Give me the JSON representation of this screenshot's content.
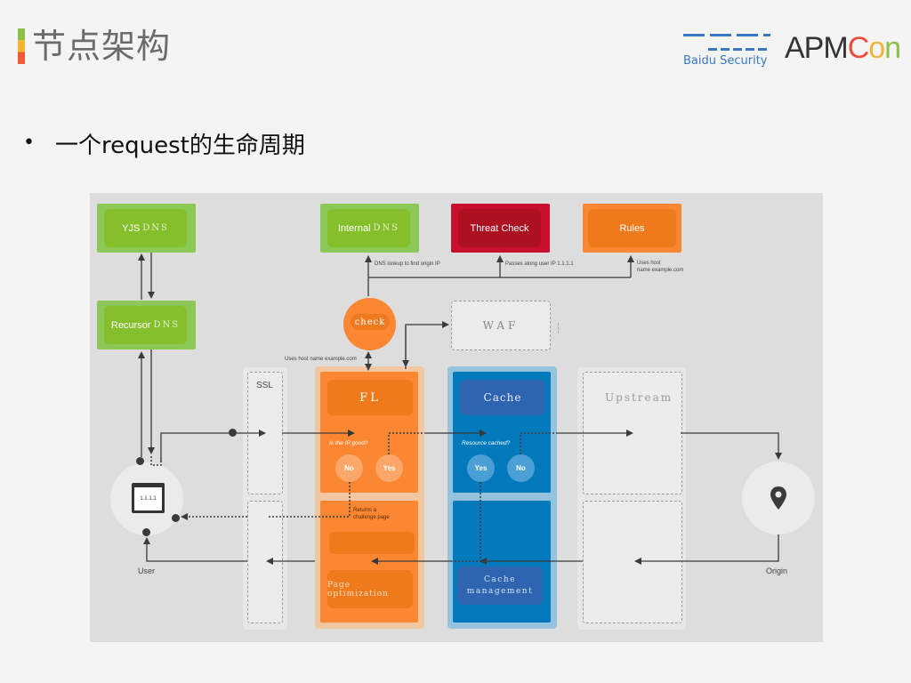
{
  "header": {
    "title": "节点架构",
    "logos": {
      "baidu": "Baidu Security",
      "apmcon": {
        "apm": "APM",
        "c": "C",
        "o": "o",
        "n": "n"
      }
    }
  },
  "bullet": {
    "symbol": "•",
    "text": "一个request的生命周期"
  },
  "diagram": {
    "top_boxes": {
      "yjs_dns": {
        "main": "YJS",
        "suffix": "DNS"
      },
      "recursor_dns": {
        "main": "Recursor",
        "suffix": "DNS"
      },
      "internal_dns": {
        "main": "Internal",
        "suffix": "DNS"
      },
      "threat_check": "Threat Check",
      "rules": "Rules"
    },
    "annotations": {
      "dns_lookup": "DNS lookup to find origin IP",
      "passes_ip": "Passes along user IP 1.1.1.1",
      "uses_host_1": "Uses host",
      "uses_host_2": "name example.com",
      "uses_host_name": "Uses host name example.com",
      "returns_1": "Returns a",
      "returns_2": "challenge page"
    },
    "check": "check",
    "waf": "WAF",
    "ssl": "SSL",
    "fl": {
      "title": "FL",
      "question": "Is the IP good?",
      "no": "No",
      "yes": "Yes",
      "page_optimization": "Page optimization"
    },
    "cache": {
      "title": "Cache",
      "question": "Resource cached?",
      "yes": "Yes",
      "no": "No",
      "management_1": "Cache",
      "management_2": "management"
    },
    "upstream": "Upstream",
    "user": {
      "label": "User",
      "ip": "1.1.1.1"
    },
    "origin": {
      "label": "Origin"
    },
    "colors": {
      "green": "#8cc855",
      "red": "#c8102e",
      "orange": "#fb8733",
      "blue": "#0279bb",
      "panel": "#dddddd"
    }
  }
}
